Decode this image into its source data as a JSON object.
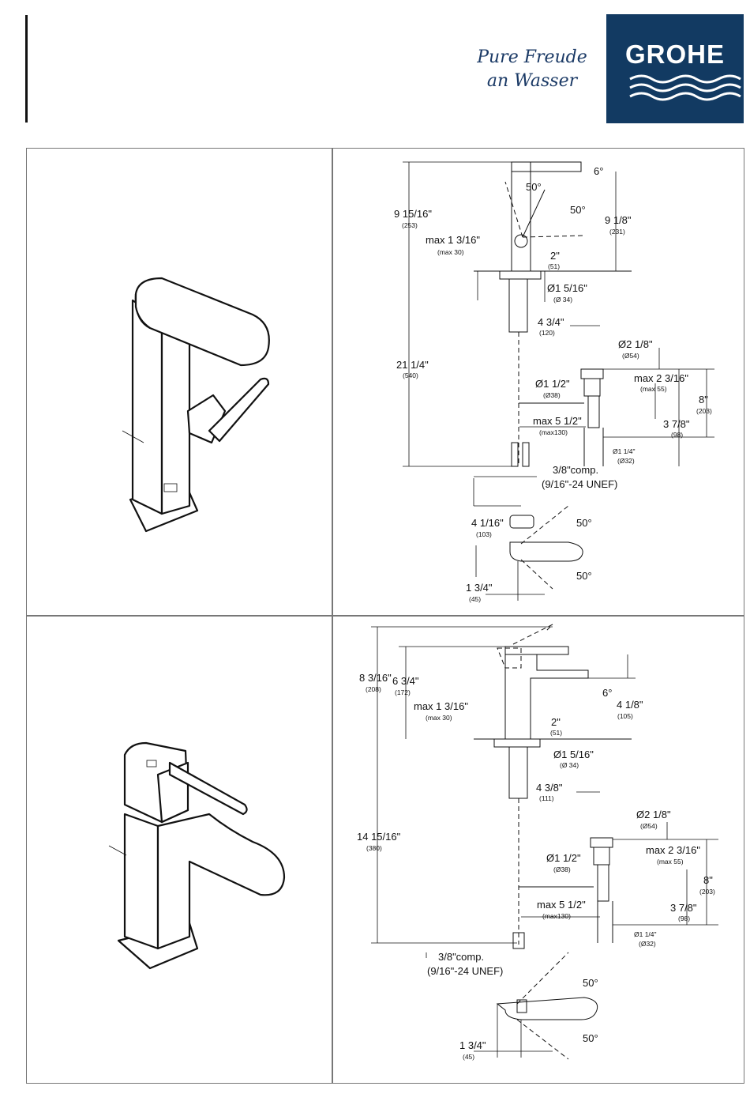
{
  "header": {
    "tagline_line1": "Pure Freude",
    "tagline_line2": "an Wasser",
    "logo_text": "GROHE",
    "logo_color": "#123a62"
  },
  "top_drawing": {
    "height_main": "9 15/16\"",
    "height_main_mm": "(253)",
    "spout_height": "9 1/8\"",
    "spout_height_mm": "(231)",
    "angle_tilt": "6°",
    "angle_lever_1": "50°",
    "angle_lever_2": "50°",
    "max_deck": "max 1 3/16\"",
    "max_deck_mm": "(max 30)",
    "base_width": "2\"",
    "base_width_mm": "(51)",
    "hole_dia": "Ø1 5/16\"",
    "hole_dia_mm": "(Ø 34)",
    "shank_offset": "4 3/4\"",
    "shank_offset_mm": "(120)",
    "total_height": "21 1/4\"",
    "total_height_mm": "(540)",
    "drain_dia": "Ø2 1/8\"",
    "drain_dia_mm": "(Ø54)",
    "max_drain": "max 2 3/16\"",
    "max_drain_mm": "(max 55)",
    "pipe_dia": "Ø1 1/2\"",
    "pipe_dia_mm": "(Ø38)",
    "drain_height": "8\"",
    "drain_height_mm": "(203)",
    "rod_length": "max 5 1/2\"",
    "rod_length_mm": "(max130)",
    "outlet_height": "3 7/8\"",
    "outlet_height_mm": "(98)",
    "tail_dia": "Ø1 1/4\"",
    "tail_dia_mm": "(Ø32)",
    "connection": "3/8\"comp.",
    "connection_thread": "(9/16\"-24 UNEF)",
    "plan_width": "4 1/16\"",
    "plan_width_mm": "(103)",
    "plan_angle_1": "50°",
    "plan_angle_2": "50°",
    "plan_offset": "1 3/4\"",
    "plan_offset_mm": "(45)"
  },
  "bottom_drawing": {
    "height_main": "8 3/16\"",
    "height_main_mm": "(208)",
    "height_spout": "6 3/4\"",
    "height_spout_mm": "(172)",
    "angle_tilt": "6°",
    "projection": "4 1/8\"",
    "projection_mm": "(105)",
    "max_deck": "max 1 3/16\"",
    "max_deck_mm": "(max 30)",
    "base_width": "2\"",
    "base_width_mm": "(51)",
    "hole_dia": "Ø1 5/16\"",
    "hole_dia_mm": "(Ø 34)",
    "shank_offset": "4 3/8\"",
    "shank_offset_mm": "(111)",
    "total_height": "14 15/16\"",
    "total_height_mm": "(380)",
    "drain_dia": "Ø2 1/8\"",
    "drain_dia_mm": "(Ø54)",
    "max_drain": "max 2 3/16\"",
    "max_drain_mm": "(max 55)",
    "pipe_dia": "Ø1 1/2\"",
    "pipe_dia_mm": "(Ø38)",
    "drain_height": "8\"",
    "drain_height_mm": "(203)",
    "rod_length": "max 5 1/2\"",
    "rod_length_mm": "(max130)",
    "outlet_height": "3 7/8\"",
    "outlet_height_mm": "(98)",
    "tail_dia": "Ø1 1/4\"",
    "tail_dia_mm": "(Ø32)",
    "connection": "3/8\"comp.",
    "connection_thread": "(9/16\"-24 UNEF)",
    "plan_angle_1": "50°",
    "plan_angle_2": "50°",
    "plan_offset": "1 3/4\"",
    "plan_offset_mm": "(45)"
  }
}
